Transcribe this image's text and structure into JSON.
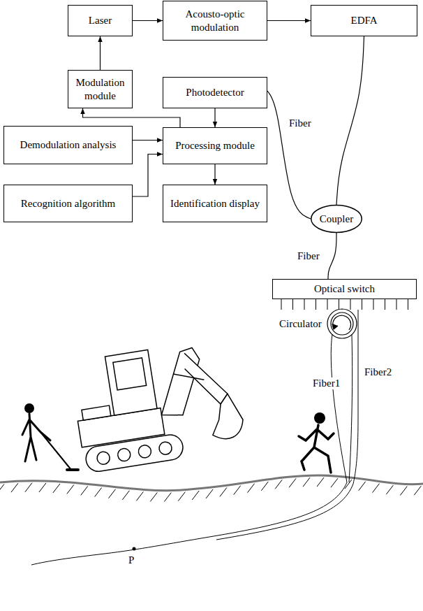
{
  "diagram": {
    "nodes": [
      {
        "text": [
          "Laser"
        ]
      },
      {
        "text": [
          "Acousto-optic modulation"
        ]
      },
      {
        "text": [
          "EDFA"
        ]
      },
      {
        "text": [
          "Modulation module"
        ]
      },
      {
        "text": [
          "Photodetector"
        ]
      },
      {
        "text": [
          "Demodulation analysis"
        ]
      },
      {
        "text": [
          "Processing module"
        ]
      },
      {
        "text": [
          "Recognition algorithm"
        ]
      },
      {
        "text": [
          "Identification display"
        ]
      },
      {
        "text": [
          "Coupler"
        ]
      },
      {
        "text": [
          "Optical switch"
        ]
      }
    ],
    "edges": [
      {
        "from": 0,
        "to": 1,
        "arrow": "to"
      },
      {
        "from": 1,
        "to": 2,
        "arrow": "to"
      },
      {
        "from": 3,
        "to": 0,
        "arrow": "to"
      },
      {
        "from": 6,
        "to": 3,
        "arrow": "to"
      },
      {
        "from": 4,
        "to": 6,
        "arrow": "to"
      },
      {
        "from": 5,
        "to": 6,
        "arrow": "to"
      },
      {
        "from": 7,
        "to": 6,
        "arrow": "to"
      },
      {
        "from": 6,
        "to": 8,
        "arrow": "to"
      },
      {
        "from": 2,
        "to": 9,
        "label": "Fiber",
        "arrow": "none"
      },
      {
        "from": 9,
        "to": 4,
        "arrow": "none"
      },
      {
        "from": 9,
        "to": 10,
        "label": "Fiber",
        "arrow": "none"
      }
    ],
    "labels": [
      "Circulator",
      "Fiber1",
      "Fiber2",
      "P"
    ]
  }
}
